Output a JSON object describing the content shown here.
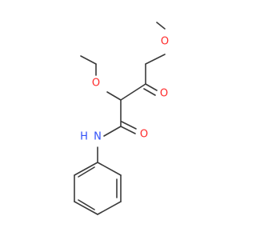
{
  "molecule": {
    "atoms": {
      "o_methoxy_top": "O",
      "o_methoxy_mid": "O",
      "o_ketone": "O",
      "o_amide": "O",
      "n_amide": "N",
      "n_hydrogen": "H"
    },
    "colors": {
      "oxygen": "#ff2a2a",
      "nitrogen": "#3050f8",
      "bond": "#3a3a3a",
      "background": "#ffffff"
    }
  }
}
